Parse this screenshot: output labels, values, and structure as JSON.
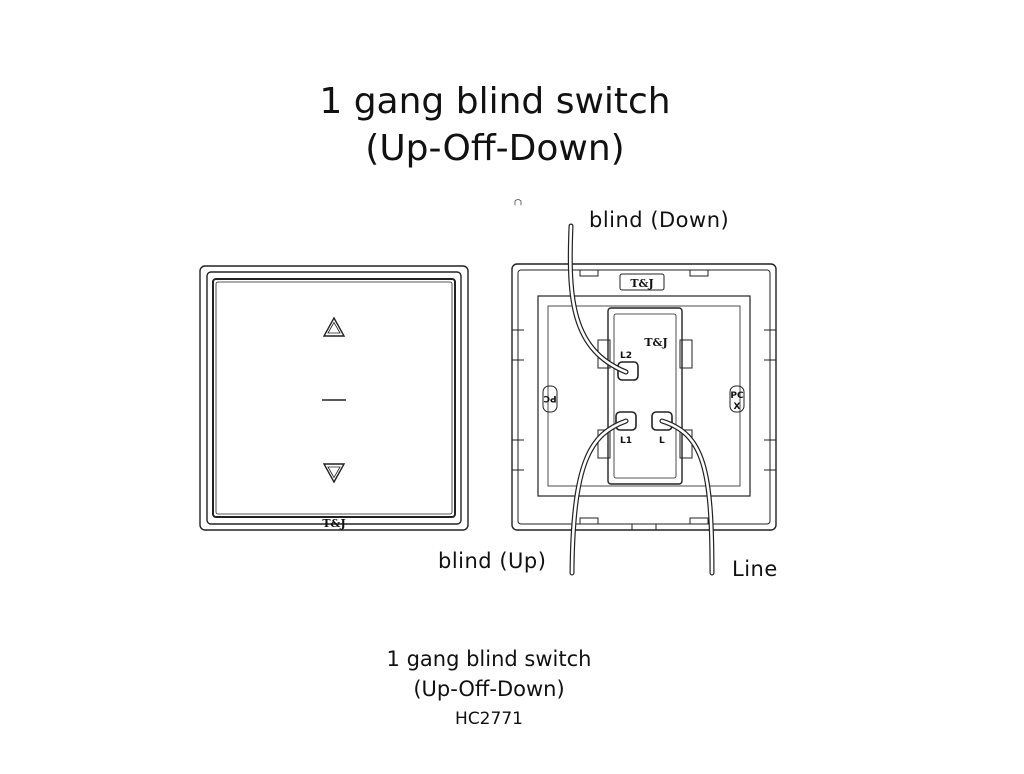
{
  "title": {
    "line1": "1 gang blind switch",
    "line2": "(Up-Off-Down)"
  },
  "front_view": {
    "up_symbol": "up-triangle-icon",
    "off_symbol": "dash-icon",
    "down_symbol": "down-triangle-icon",
    "brand": "T&J"
  },
  "back_view": {
    "frame_brand": "T&J",
    "module_brand": "T&J",
    "terminals": [
      "L2",
      "L1",
      "L"
    ],
    "material_left": "PC",
    "material_right": "PC"
  },
  "wire_labels": {
    "down": "blind (Down)",
    "up": "blind (Up)",
    "line": "Line"
  },
  "caption": {
    "line1": "1 gang blind switch",
    "line2": "(Up-Off-Down)",
    "model": "HC2771"
  }
}
